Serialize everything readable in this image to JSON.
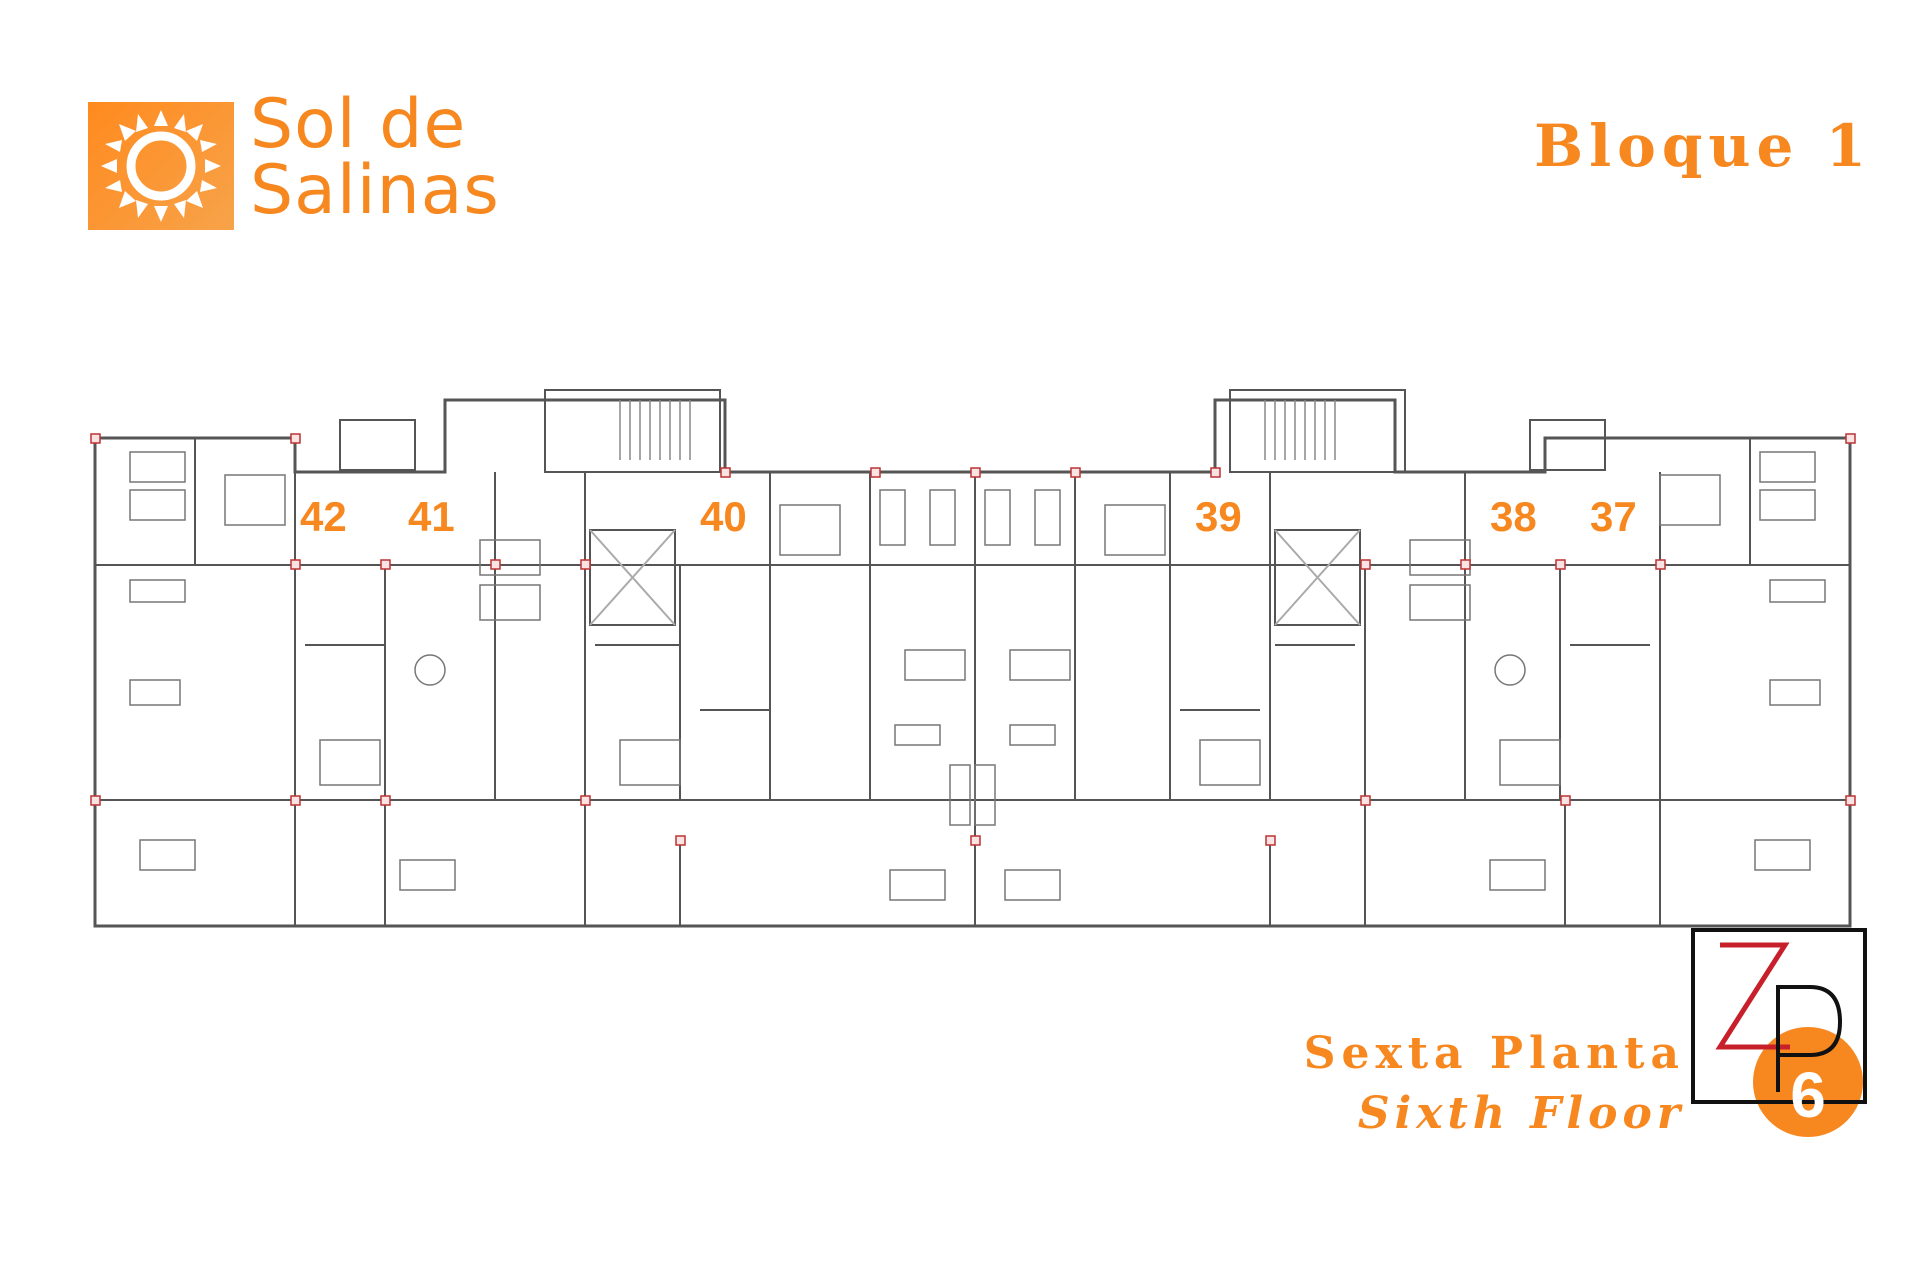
{
  "brand": {
    "line1": "Sol de",
    "line2": "Salinas",
    "color": "#f7871f",
    "icon": "sun-icon"
  },
  "block_title": "Bloque 1",
  "units": [
    "42",
    "41",
    "40",
    "39",
    "38",
    "37"
  ],
  "floor": {
    "spanish": "Sexta Planta",
    "english": "Sixth Floor"
  },
  "badge": {
    "letter_z": "Z",
    "letter_p": "P",
    "number": "6",
    "z_color": "#c8202a",
    "circle_color": "#f7871f"
  }
}
